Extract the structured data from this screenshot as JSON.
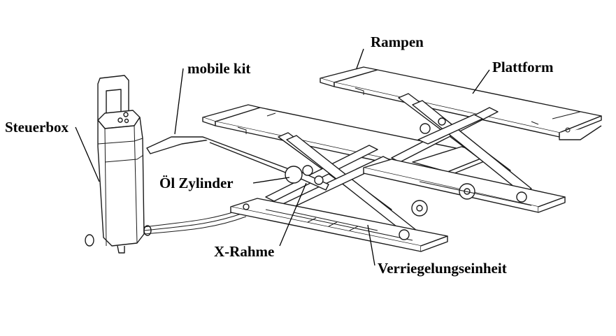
{
  "labels": {
    "steuerbox": "Steuerbox",
    "mobile_kit": "mobile kit",
    "oel_zylinder": "Öl Zylinder",
    "x_rahme": "X-Rahme",
    "rampen": "Rampen",
    "plattform": "Plattform",
    "verriegelungseinheit": "Verriegelungseinheit"
  }
}
